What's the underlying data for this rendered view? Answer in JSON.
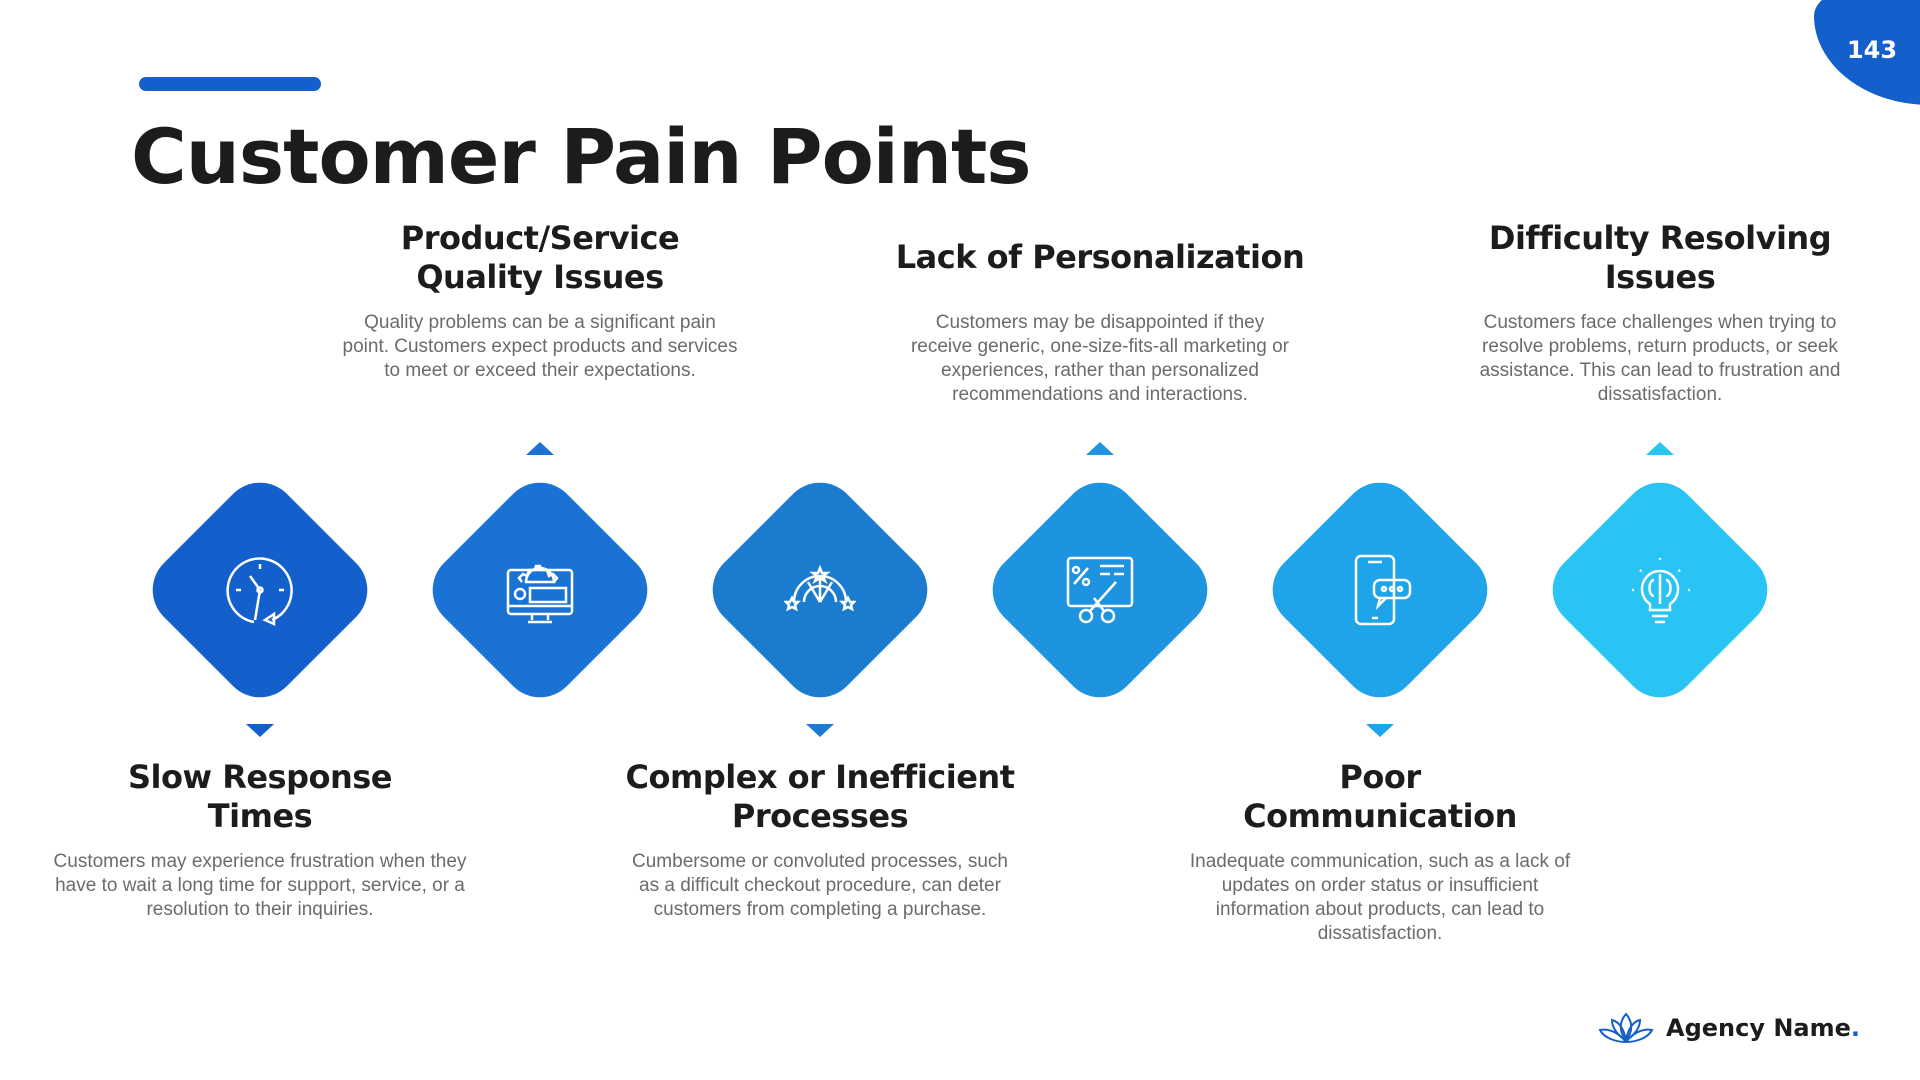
{
  "page_number": "143",
  "title": "Customer Pain Points",
  "items": [
    {
      "heading": "Slow Response Times",
      "body": "Customers may experience frustration when they have to wait a long time for support, service, or a resolution to their inquiries.",
      "icon": "clock-icon",
      "color": "#135FCC"
    },
    {
      "heading": "Product/Service Quality Issues",
      "body": "Quality problems can be a significant pain point. Customers expect products and services to meet or exceed their expectations.",
      "icon": "monitor-gear-icon",
      "color": "#1A72D5"
    },
    {
      "heading": "Complex or Inefficient Processes",
      "body": "Cumbersome or convoluted processes, such as a difficult checkout procedure, can deter customers from completing a purchase.",
      "icon": "stars-arc-icon",
      "color": "#1B7CCF"
    },
    {
      "heading": "Lack of Personalization",
      "body": "Customers may be disappointed if they receive generic, one-size-fits-all marketing or experiences, rather than personalized recommendations and interactions.",
      "icon": "discount-scissors-icon",
      "color": "#1E93E0"
    },
    {
      "heading": "Poor Communication",
      "body": "Inadequate communication, such as a lack of updates on order status or insufficient information about products, can lead to dissatisfaction.",
      "icon": "phone-chat-icon",
      "color": "#1FA4E9"
    },
    {
      "heading": "Difficulty Resolving Issues",
      "body": "Customers face challenges when trying to resolve problems, return products, or seek assistance. This can lead to frustration and dissatisfaction.",
      "icon": "lightbulb-icon",
      "color": "#29C4F3"
    }
  ],
  "logo": {
    "name": "Agency Name",
    "dot": "."
  }
}
